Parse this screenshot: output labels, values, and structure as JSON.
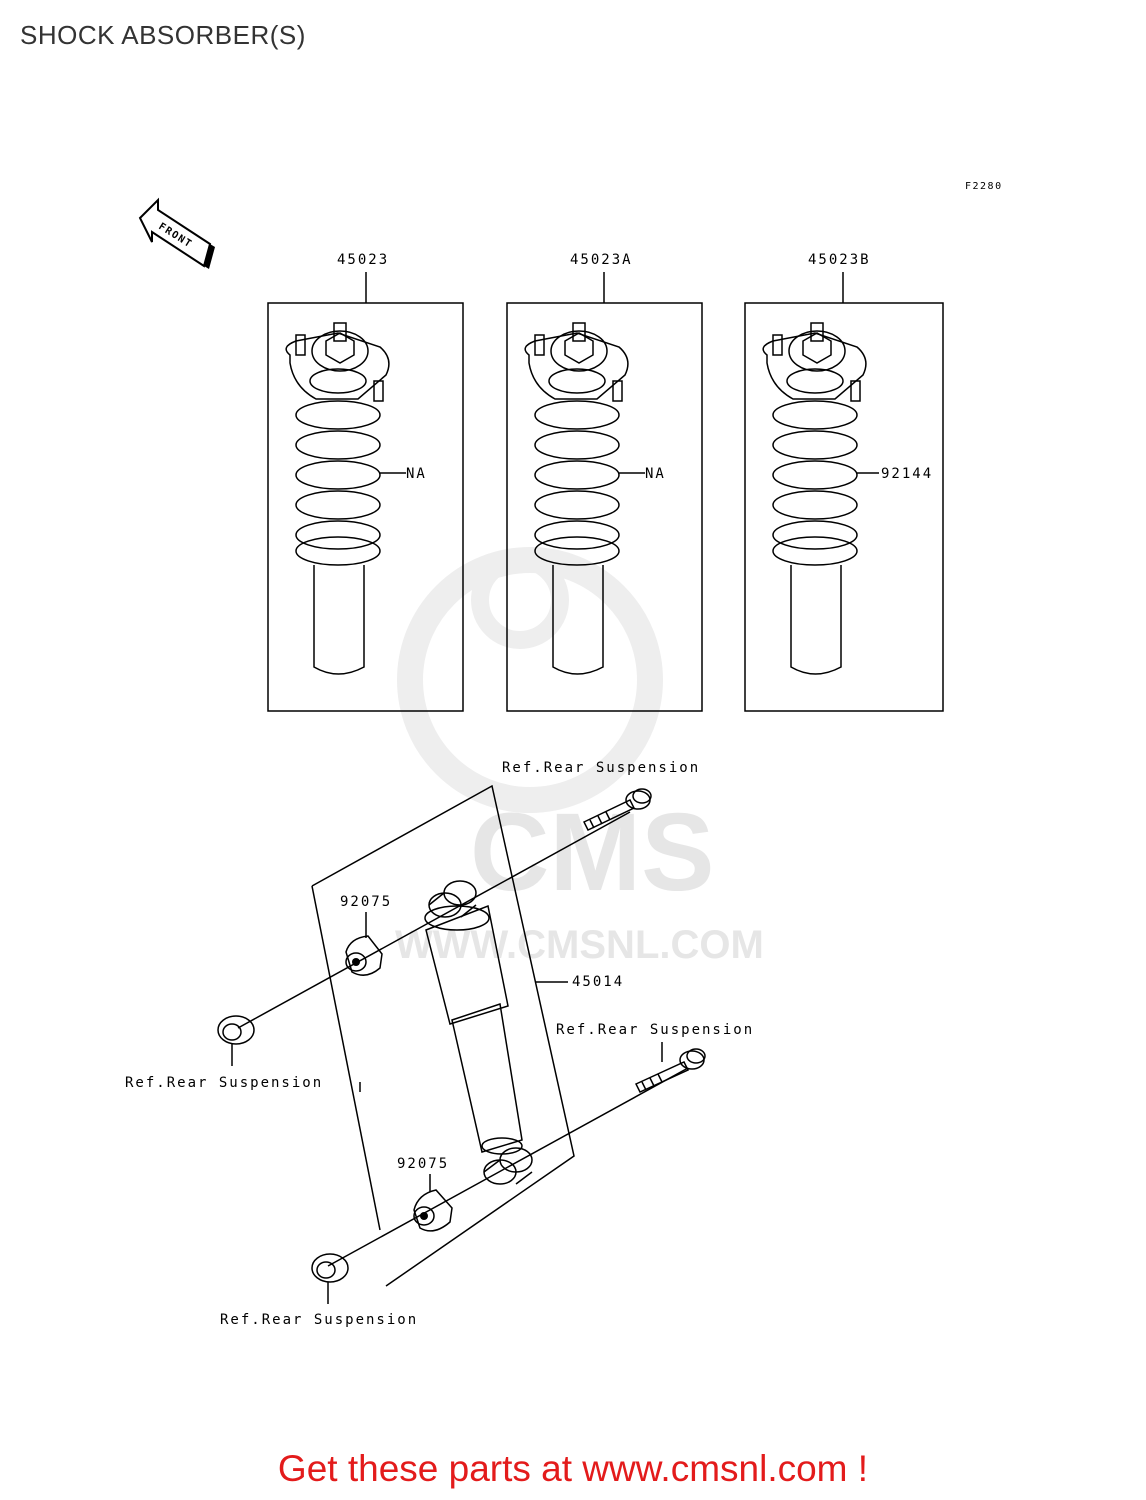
{
  "page": {
    "title": "SHOCK ABSORBER(S)",
    "figure_code": "F2280",
    "promo": "Get these parts at www.cmsnl.com !"
  },
  "watermark": {
    "brand": "CMS",
    "url": "WWW.CMSNL.COM"
  },
  "front_arrow": {
    "label": "FRONT"
  },
  "assemblies": [
    {
      "part_no": "45023",
      "spring_label": "NA"
    },
    {
      "part_no": "45023A",
      "spring_label": "NA"
    },
    {
      "part_no": "45023B",
      "spring_label": "92144"
    }
  ],
  "exploded": {
    "shock_part": "45014",
    "bushing_top": "92075",
    "bushing_bottom": "92075",
    "ref_bolt_top": "Ref.Rear Suspension",
    "ref_nut_top": "Ref.Rear Suspension",
    "ref_bolt_bottom": "Ref.Rear Suspension",
    "ref_nut_bottom": "Ref.Rear Suspension"
  },
  "colors": {
    "promo": "#e31b1b",
    "line": "#000000",
    "watermark": "#e6e6e6"
  }
}
